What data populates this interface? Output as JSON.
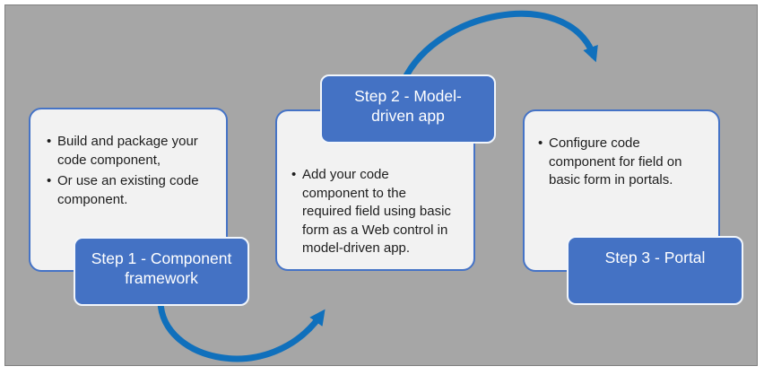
{
  "steps": [
    {
      "label": "Step 1 - Component framework",
      "bullets": [
        "Build and package your code component,",
        "Or use an existing code component."
      ]
    },
    {
      "label": "Step 2 - Model-driven app",
      "bullets": [
        "Add your code component to the required field using basic form as a Web control in model-driven app."
      ]
    },
    {
      "label": "Step 3 - Portal",
      "bullets": [
        "Configure code component for field on basic form in portals."
      ]
    }
  ],
  "colors": {
    "panel_background": "#a6a6a6",
    "panel_border": "#7f7f7f",
    "card_background": "#f2f2f2",
    "card_border": "#4573c6",
    "step_box_background": "#4472c4",
    "step_box_border": "#f2f6fb",
    "step_box_text": "#ffffff",
    "body_text": "#1d1d1d",
    "arrow": "#1070bc"
  }
}
